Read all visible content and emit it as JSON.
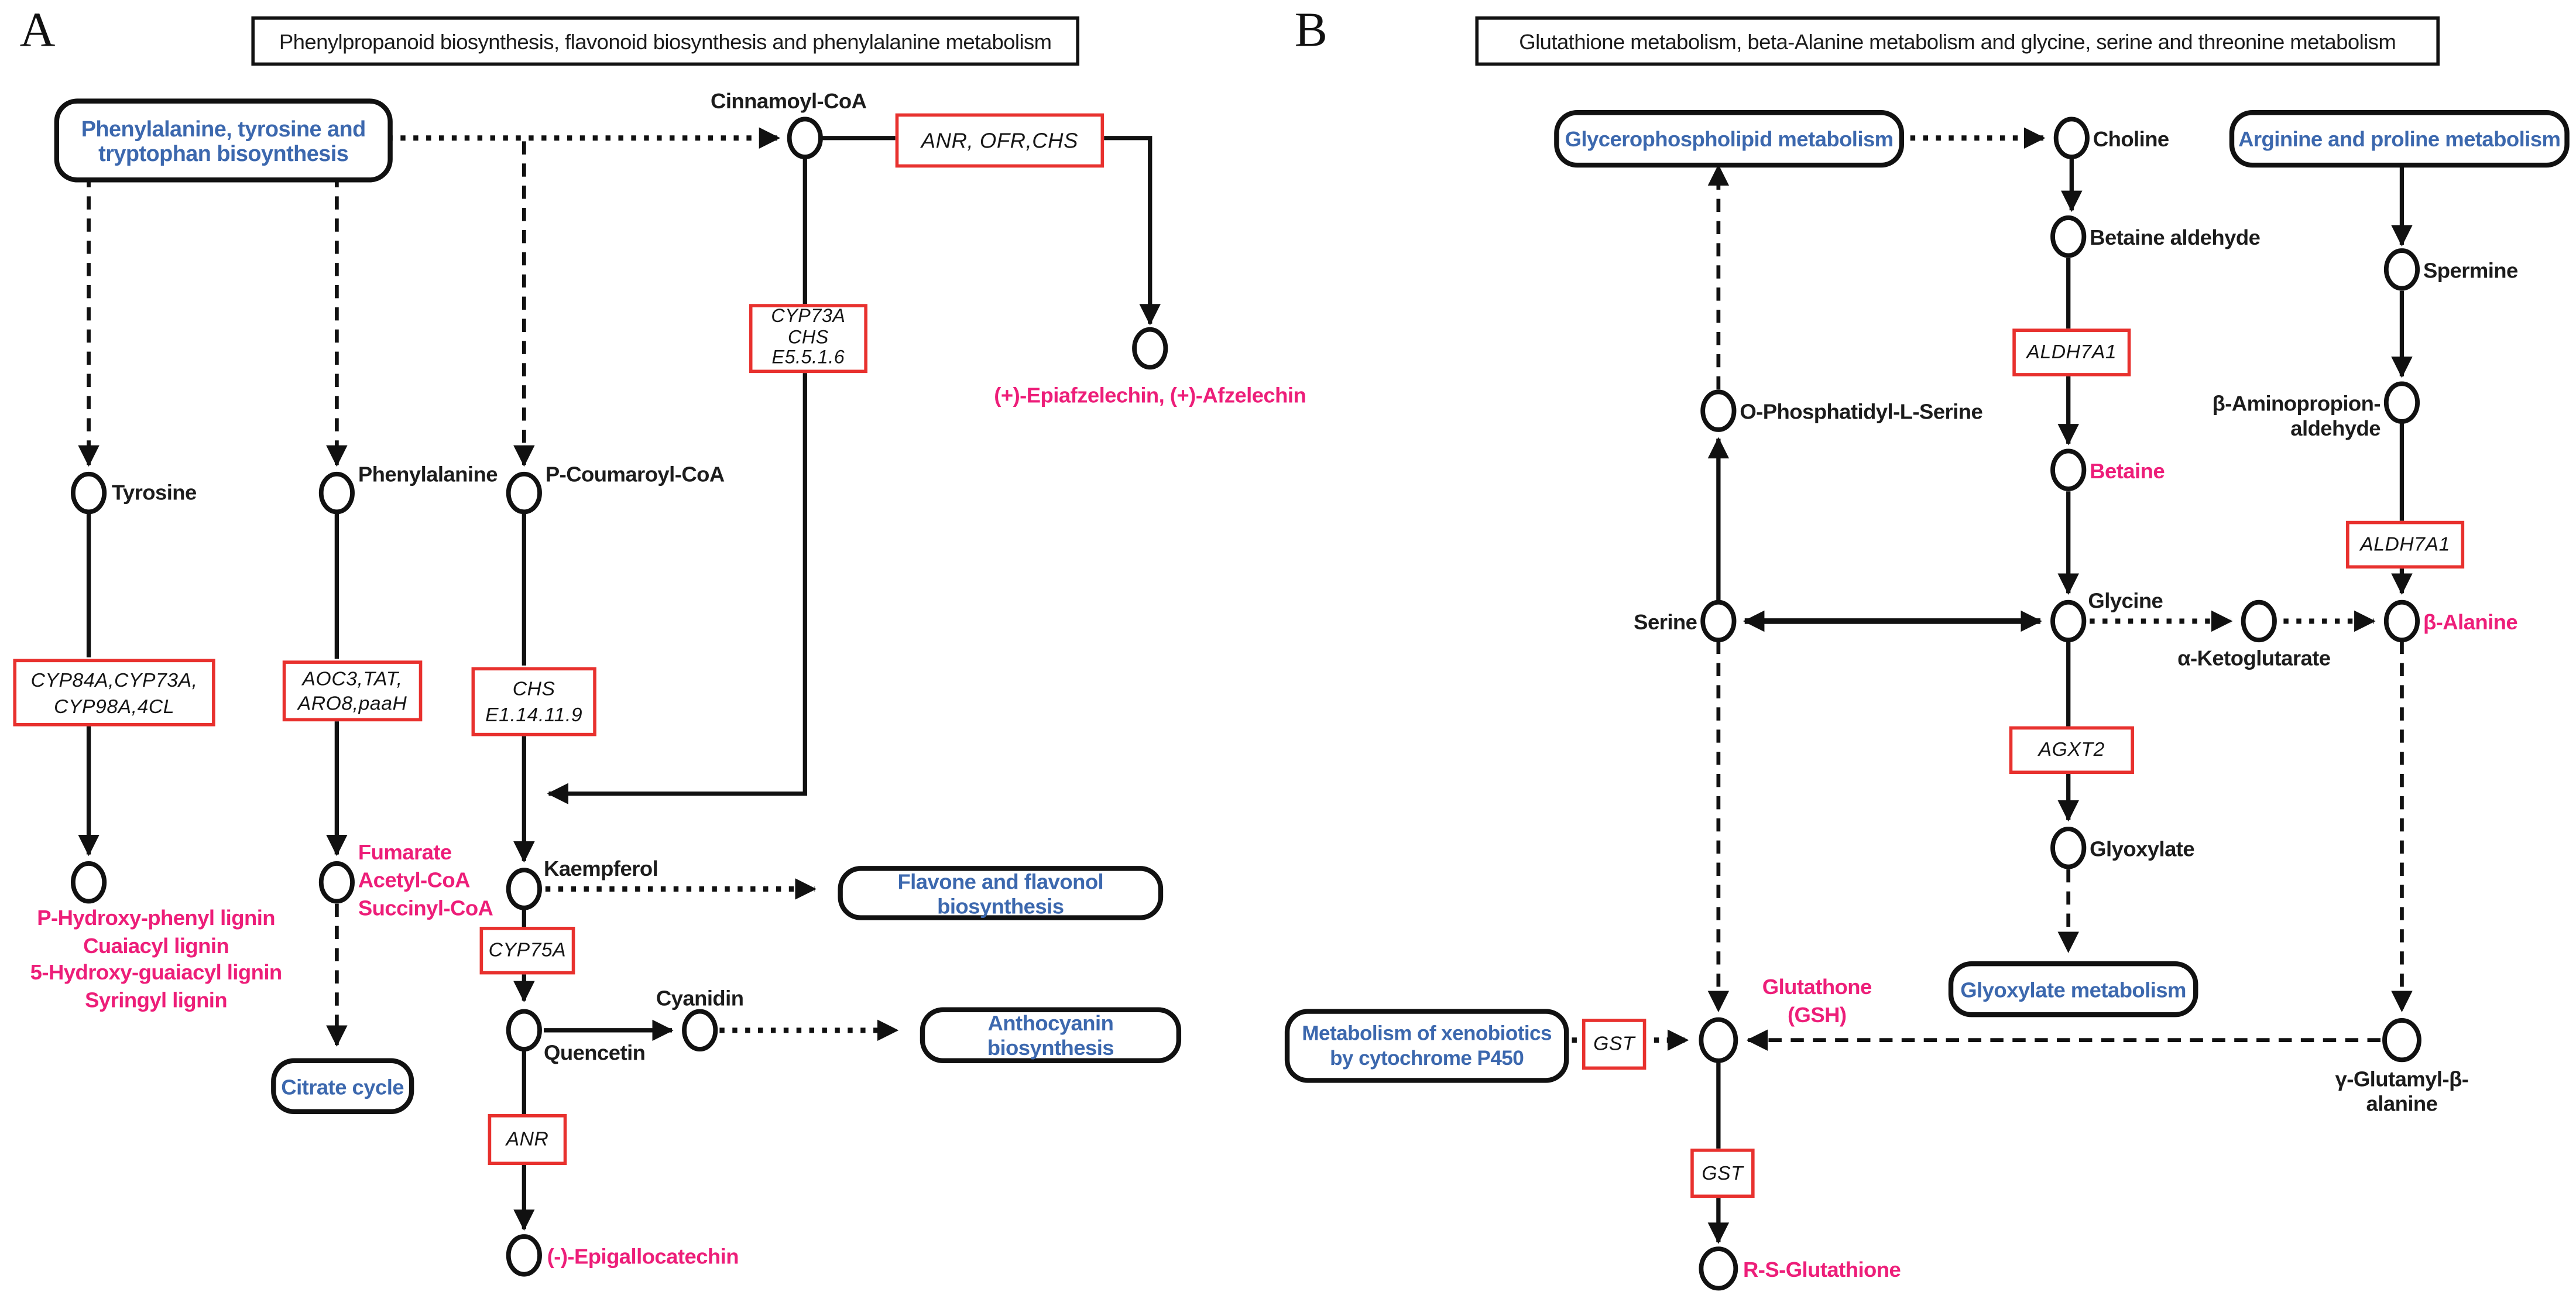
{
  "colors": {
    "enzyme_border_red": "#e8312e",
    "pathway_ref_blue": "#3c68ae",
    "product_magenta": "#ed1e79",
    "line_black": "#111111"
  },
  "a": {
    "letter": "A",
    "title": "Phenylpropanoid biosynthesis, flavonoid biosynthesis and phenylalanine metabolism",
    "source_box": "Phenylalanine, tyrosine and\ntryptophan bisoynthesis",
    "met": {
      "cinnamoyl": "Cinnamoyl-CoA",
      "tyrosine": "Tyrosine",
      "phenylalanine": "Phenylalanine",
      "pcoumaroyl": "P-Coumaroyl-CoA",
      "kaempferol": "Kaempferol",
      "quencetin": "Quencetin",
      "cyanidin": "Cyanidin"
    },
    "enz": {
      "anr_ofr_chs": "ANR, OFR,CHS",
      "cyp73a_chs": "CYP73A\nCHS\nE5.5.1.6",
      "cyp84a": "CYP84A,CYP73A,\nCYP98A,4CL",
      "aoc3": "AOC3,TAT,\nARO8,paaH",
      "chs": "CHS\nE1.14.11.9",
      "cyp75a": "CYP75A",
      "anr": "ANR"
    },
    "product": {
      "epiafzelechin": "(+)-Epiafzelechin, (+)-Afzelechin",
      "lignins": "P-Hydroxy-phenyl lignin\nCuaiacyl lignin\n5-Hydroxy-guaiacyl lignin\nSyringyl lignin",
      "fumarate": "Fumarate\nAcetyl-CoA\nSuccinyl-CoA",
      "epigallocatechin": "(-)-Epigallocatechin"
    },
    "ref": {
      "citrate": "Citrate cycle",
      "flavone": "Flavone and flavonol biosynthesis",
      "anthocyanin": "Anthocyanin biosynthesis"
    }
  },
  "b": {
    "letter": "B",
    "title": "Glutathione metabolism, beta-Alanine metabolism and glycine, serine and threonine metabolism",
    "met": {
      "choline": "Choline",
      "betaine_aldehyde": "Betaine aldehyde",
      "spermine": "Spermine",
      "o_phosphatidyl": "O-Phosphatidyl-L-Serine",
      "beta_aminopropion": "β-Aminopropion-aldehyde",
      "serine": "Serine",
      "glycine": "Glycine",
      "alpha_ketoglutarate": "α-Ketoglutarate",
      "glyoxylate": "Glyoxylate",
      "gamma_glutamyl": "γ-Glutamyl-β-alanine"
    },
    "enz": {
      "aldh7a1_top": "ALDH7A1",
      "aldh7a1_right": "ALDH7A1",
      "agxt2": "AGXT2",
      "gst_left": "GST",
      "gst_bottom": "GST"
    },
    "product": {
      "betaine": "Betaine",
      "beta_alanine": "β-Alanine",
      "glutathione": "Glutathone\n(GSH)",
      "rs_glutathione": "R-S-Glutathione"
    },
    "ref": {
      "glycerophospholipid": "Glycerophospholipid metabolism",
      "arginine": "Arginine and proline metabolism",
      "glyoxylate_metabolism": "Glyoxylate metabolism",
      "xenobiotics": "Metabolism of xenobiotics\nby cytochrome P450"
    }
  }
}
